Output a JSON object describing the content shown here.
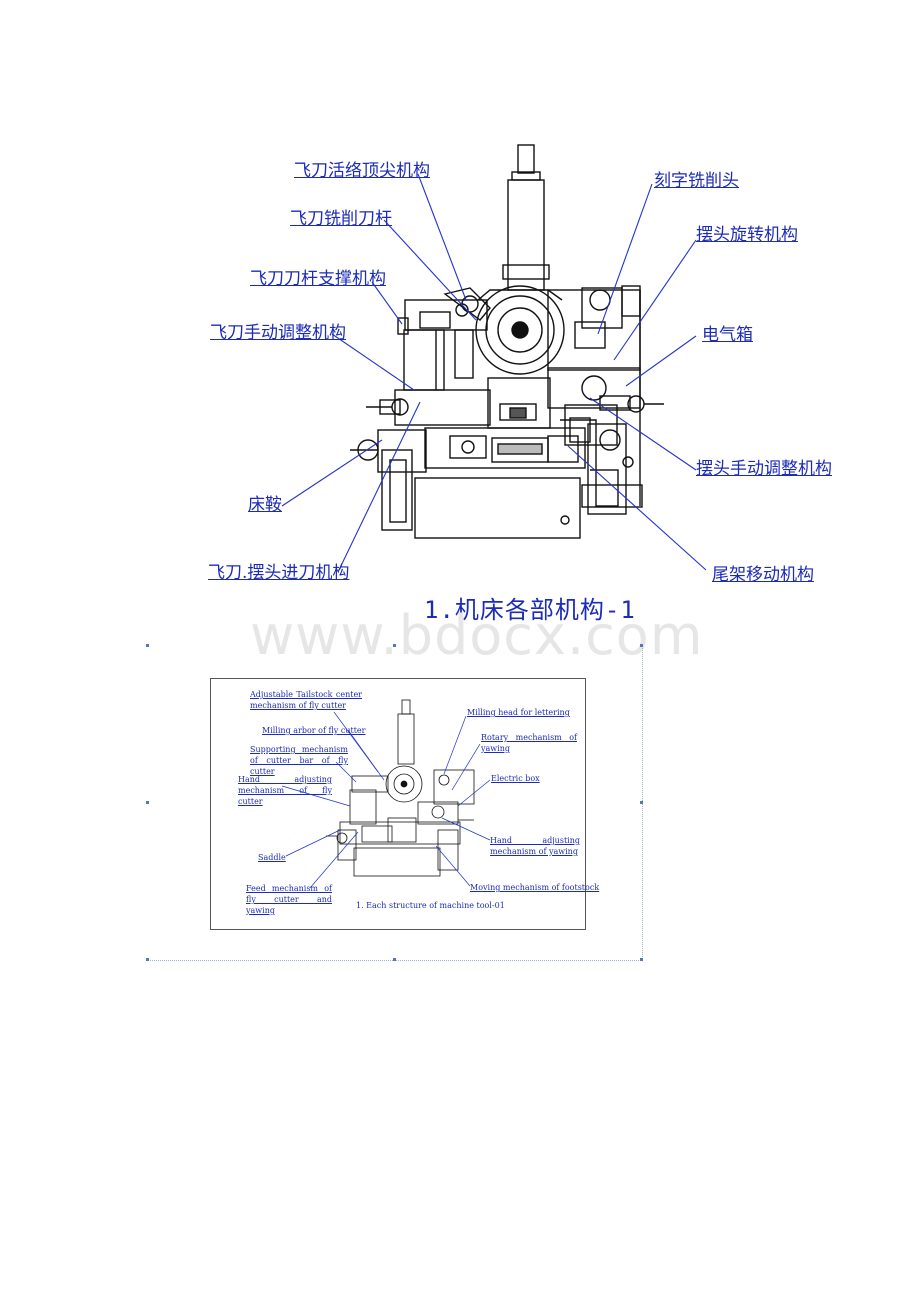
{
  "figure_top": {
    "labels": {
      "adjustable_tailstock": "飞刀活络顶尖机构",
      "milling_arbor": "飞刀铣削刀杆",
      "supporting_mechanism": "飞刀刀杆支撑机构",
      "hand_adjusting": "飞刀手动调整机构",
      "saddle": "床鞍",
      "feed_mechanism": "飞刀.摆头进刀机构",
      "milling_head": "刻字铣削头",
      "rotary_mechanism": "摆头旋转机构",
      "electric_box": "电气箱",
      "hand_adjusting_yawing": "摆头手动调整机构",
      "moving_footstock": "尾架移动机构"
    },
    "caption": "1.机床各部机构-1"
  },
  "watermark": "www.bdocx.com",
  "figure_bottom": {
    "labels": {
      "adjustable_tailstock": "Adjustable Tailstock center mechanism of fly cutter",
      "milling_arbor": "Milling arbor of fly cutter",
      "supporting_mechanism": "Supporting mechanism of cutter bar of fly cutter",
      "hand_adjusting": "Hand adjusting mechanism of fly cutter",
      "saddle": "Saddle",
      "feed_mechanism": "Feed mechanism of fly cutter and yawing",
      "milling_head": "Milling head for lettering",
      "rotary_mechanism": "Rotary mechanism of yawing",
      "electric_box": "Electric box",
      "hand_adjusting_yawing": "Hand adjusting mechanism of yawing",
      "moving_footstock": "Moving mechanism of footstock"
    },
    "caption": "1. Each structure of machine tool-01"
  },
  "colors": {
    "label_blue": "#1c2bb8",
    "line_blue": "#2233cc",
    "drawing": "#111111"
  }
}
